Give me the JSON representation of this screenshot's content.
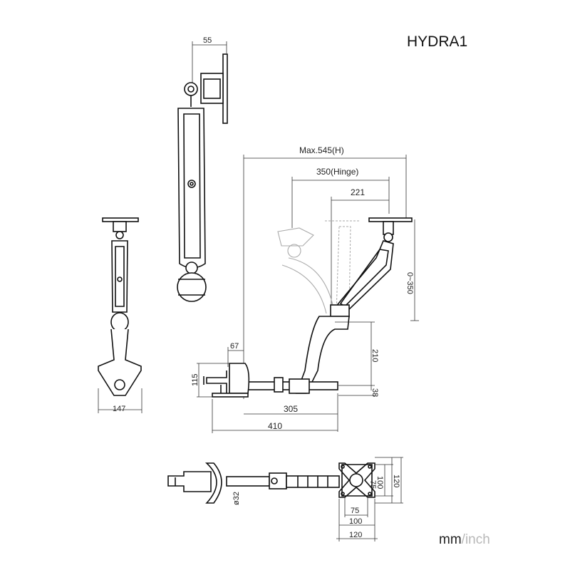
{
  "title": "HYDRA1",
  "units": {
    "primary": "mm",
    "separator": "/",
    "secondary": "inch"
  },
  "dimensions": {
    "top_width": "55",
    "max_reach": "Max.545(H)",
    "hinge": "350(Hinge)",
    "inner": "221",
    "height_range": "0~350",
    "riser": "210",
    "base_offset": "38",
    "clamp_width": "67",
    "clamp_height": "115",
    "base_reach": "305",
    "total_depth": "410",
    "front_width": "147",
    "pole_diameter": "ø32",
    "vesa_h1": "100",
    "vesa_h2": "75",
    "vesa_h3": "120",
    "vesa_w1": "75",
    "vesa_w2": "100",
    "vesa_w3": "120"
  },
  "colors": {
    "ink": "#111111",
    "ghost": "#aaaaaa",
    "inch": "#b8b8b8"
  }
}
